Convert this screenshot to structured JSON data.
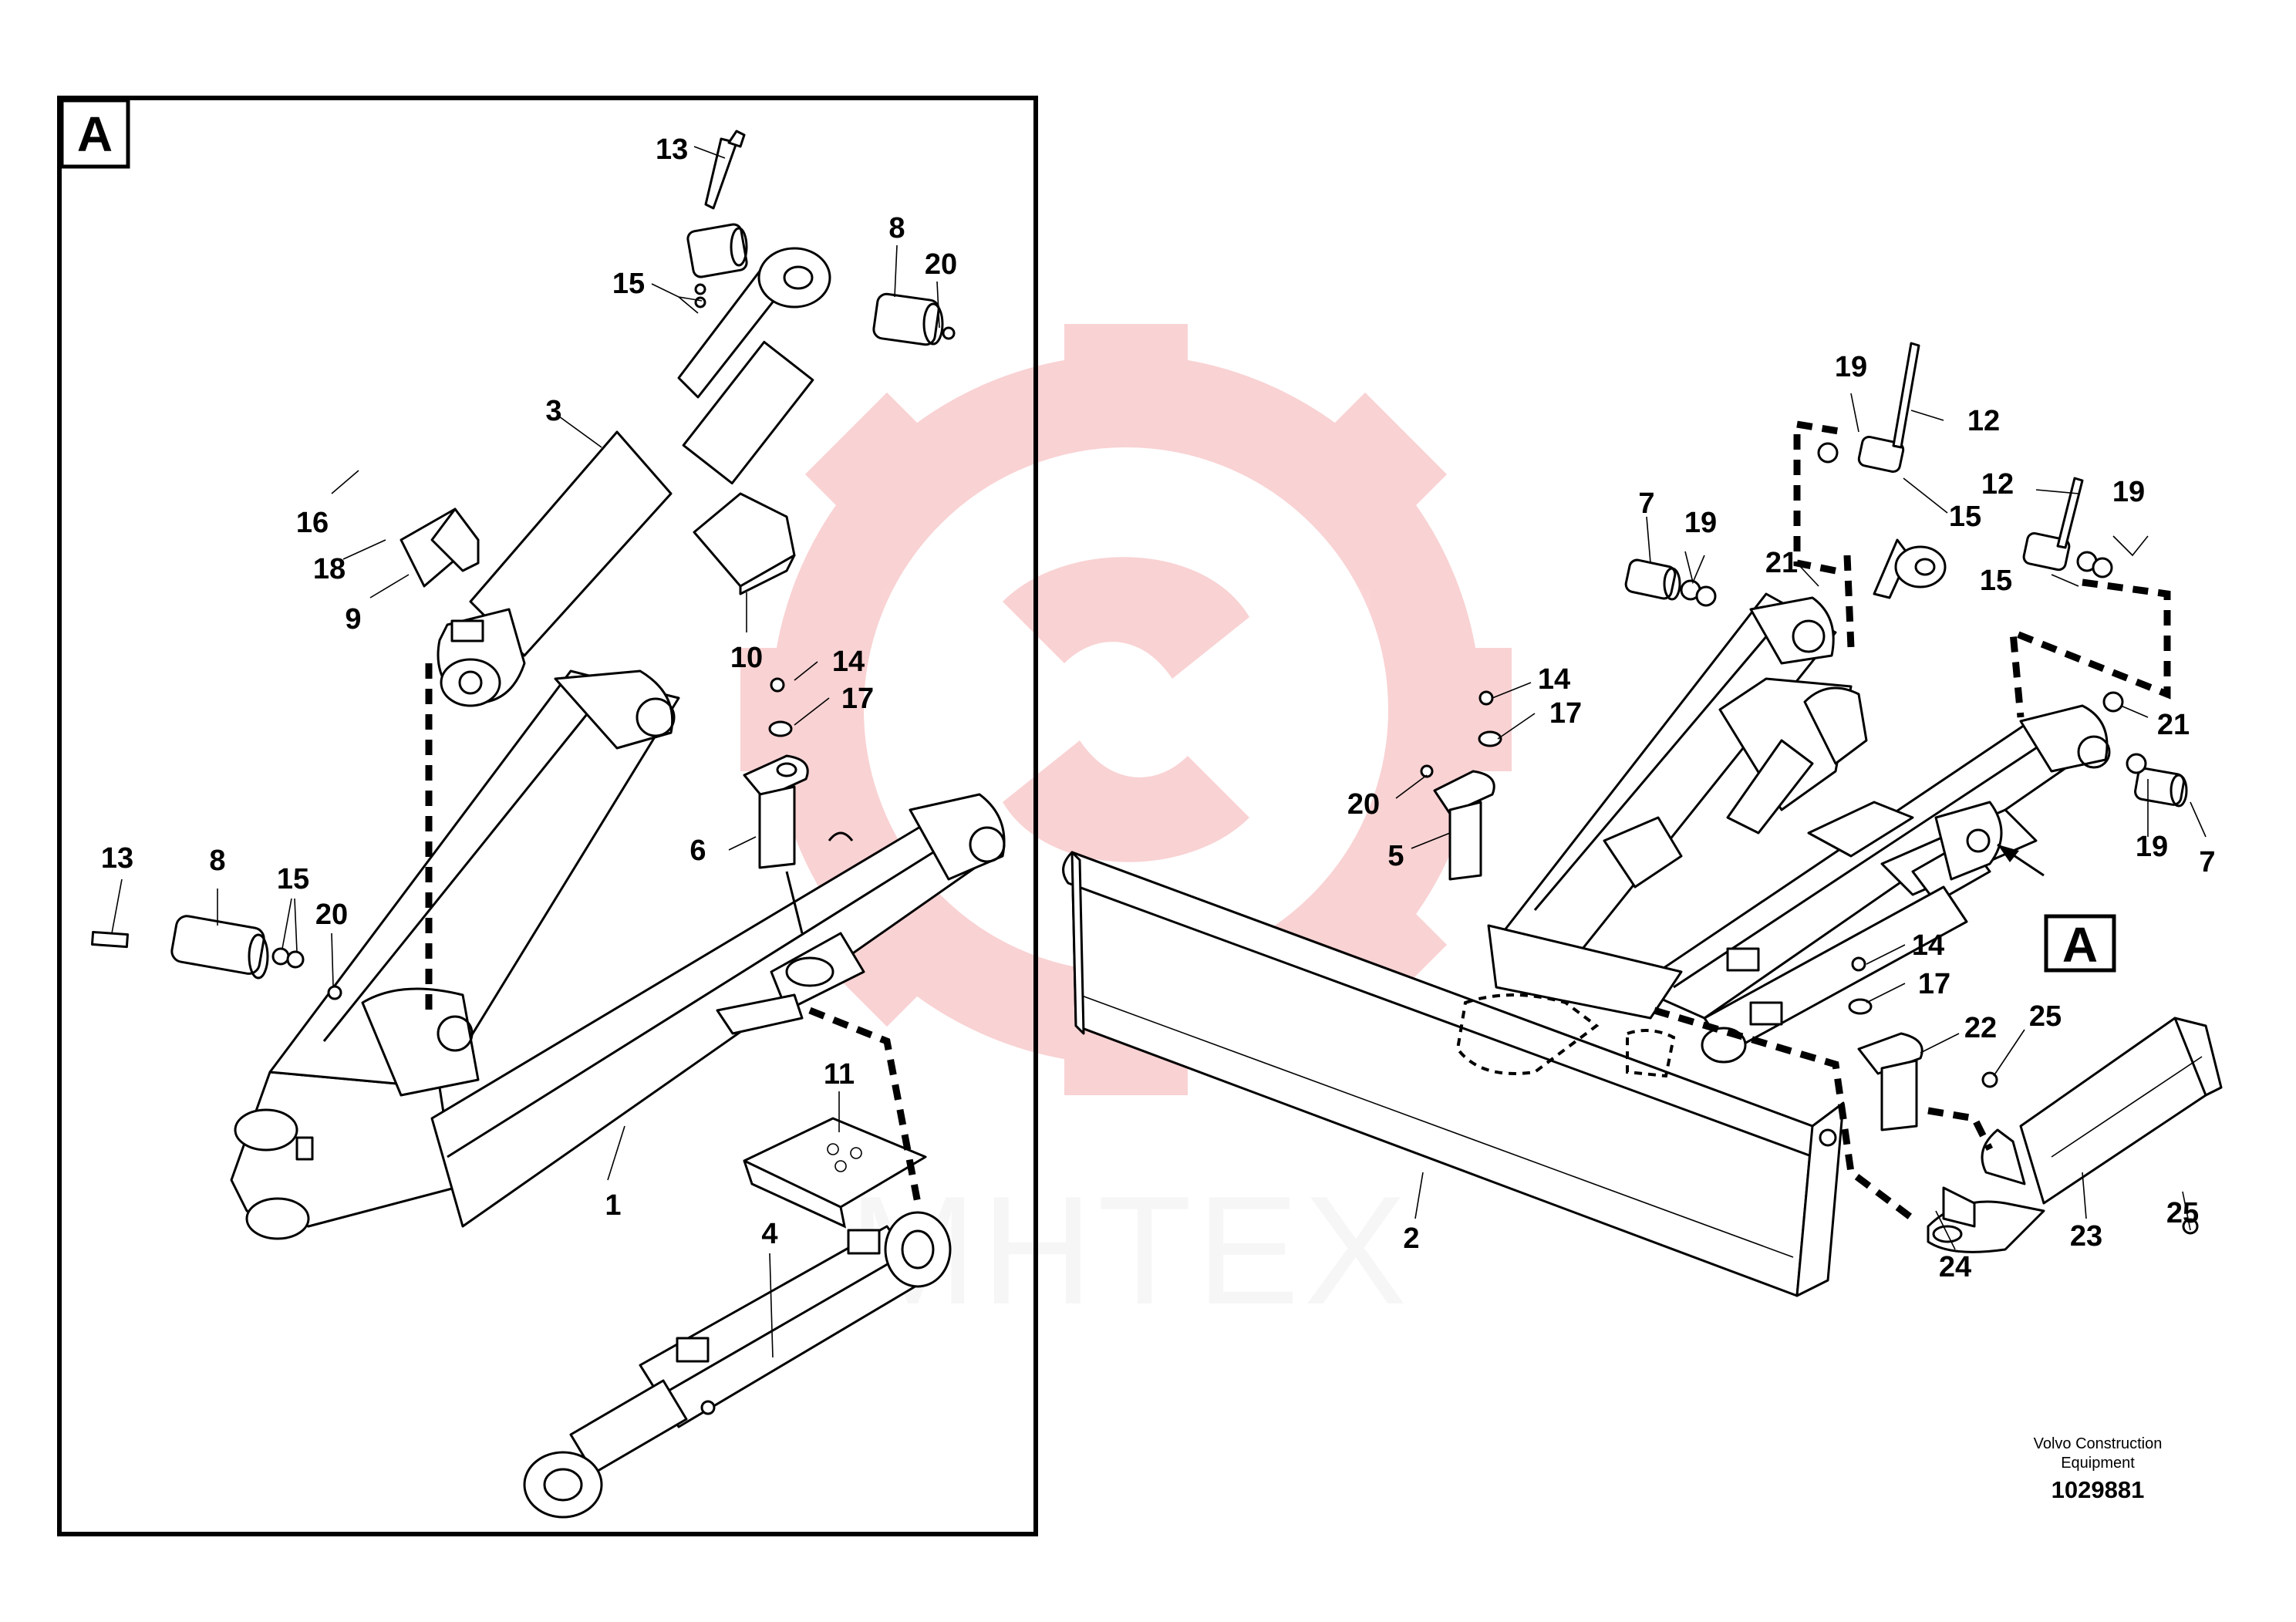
{
  "frame": {
    "label": "A"
  },
  "callout": {
    "label": "A"
  },
  "watermark": {
    "text": "МНТЕХ",
    "color": "#e8363a"
  },
  "credit": {
    "line1": "Volvo Construction",
    "line2": "Equipment"
  },
  "drawing_number": "1029881",
  "labels": {
    "l13a": "13",
    "l8a": "8",
    "l20a": "20",
    "l15a": "15",
    "l3": "3",
    "l16": "16",
    "l18": "18",
    "l9": "9",
    "l10": "10",
    "l14a": "14",
    "l17a": "17",
    "l6": "6",
    "l13b": "13",
    "l8b": "8",
    "l15b": "15",
    "l20b": "20",
    "l11": "11",
    "l1": "1",
    "l4": "4",
    "l19a": "19",
    "l12a": "12",
    "l7a": "7",
    "l19b": "19",
    "l21a": "21",
    "l15c": "15",
    "l12b": "12",
    "l19c": "19",
    "l15d": "15",
    "l14b": "14",
    "l17b": "17",
    "l20c": "20",
    "l5": "5",
    "l21b": "21",
    "l19d": "19",
    "l7b": "7",
    "l14c": "14",
    "l17c": "17",
    "l22": "22",
    "l25a": "25",
    "l2": "2",
    "l24": "24",
    "l23": "23",
    "l25b": "25"
  }
}
